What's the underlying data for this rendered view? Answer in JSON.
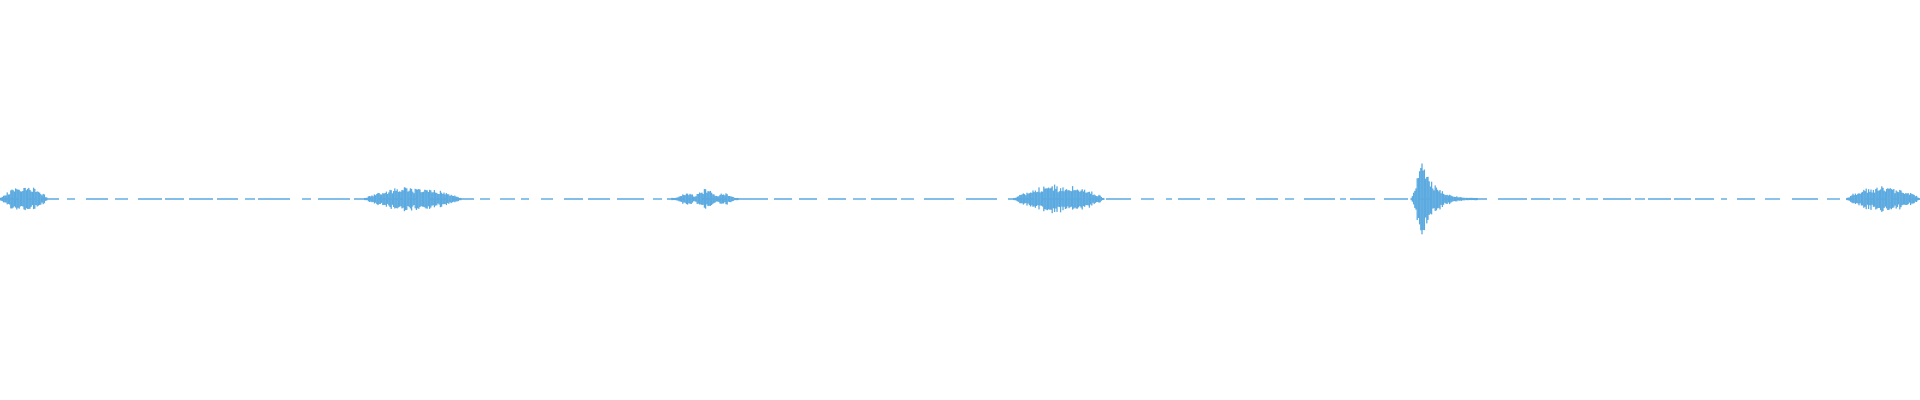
{
  "waveform": {
    "color": "#5aa9e0",
    "segments": [
      {
        "start": 0.0,
        "end": 0.025,
        "peak": 0.2,
        "shape": "hump"
      },
      {
        "start": 0.19,
        "end": 0.24,
        "peak": 0.18,
        "shape": "hump"
      },
      {
        "start": 0.35,
        "end": 0.385,
        "peak": 0.16,
        "shape": "burst"
      },
      {
        "start": 0.528,
        "end": 0.575,
        "peak": 0.22,
        "shape": "hump"
      },
      {
        "start": 0.735,
        "end": 0.77,
        "peak": 0.62,
        "shape": "spike"
      },
      {
        "start": 0.962,
        "end": 1.0,
        "peak": 0.2,
        "shape": "hump"
      }
    ],
    "dash_noise": true
  }
}
